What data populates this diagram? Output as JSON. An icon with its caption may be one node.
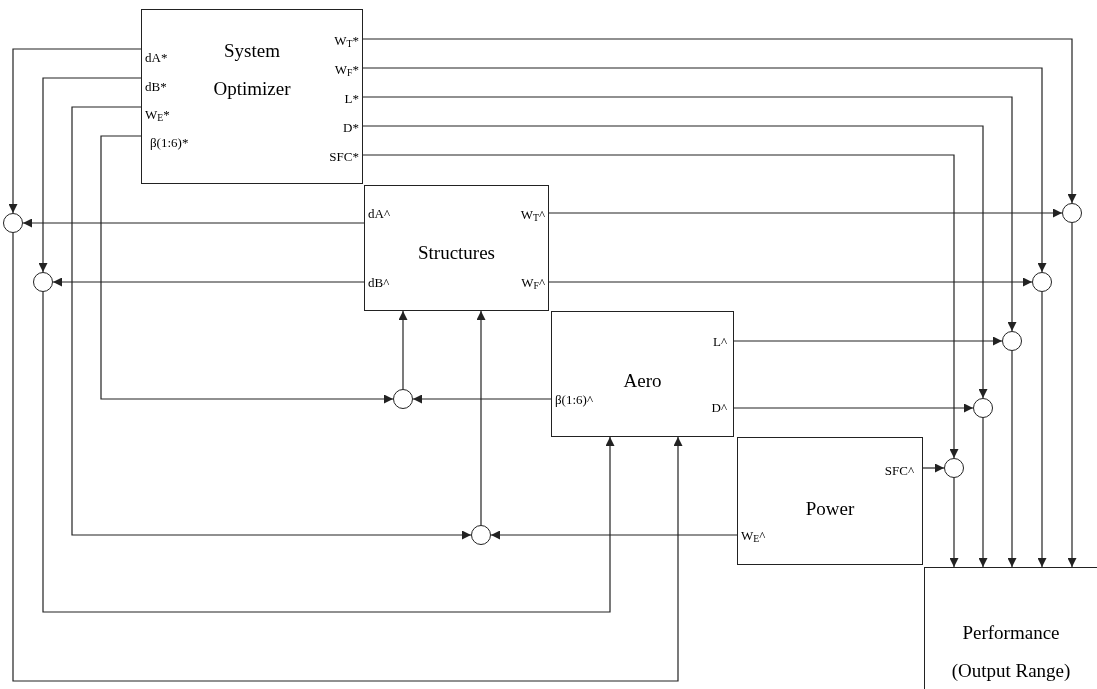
{
  "diagram": {
    "nodes": [
      {
        "text": [
          "System Optimizer",
          "dA*",
          "dB*",
          "W$_{E}$*",
          "β(1:6)*",
          "W$_{T}$*",
          "W$_{F}$*",
          "L*",
          "D*",
          "SFC*"
        ]
      },
      {
        "text": [
          "Structures",
          "dA^",
          "dB^",
          "W$_{T}$^",
          "W$_{F}$^"
        ]
      },
      {
        "text": [
          "Aero",
          "L^",
          "D^",
          "β(1:6)^"
        ]
      },
      {
        "text": [
          "Power",
          "SFC^",
          "W$_{E}$^"
        ]
      },
      {
        "text": [
          "Performance",
          "(Output Range)"
        ]
      },
      {
        "text": [],
        "shape": "circle"
      },
      {
        "text": [],
        "shape": "circle"
      },
      {
        "text": [],
        "shape": "circle"
      },
      {
        "text": [],
        "shape": "circle"
      },
      {
        "text": [],
        "shape": "circle"
      },
      {
        "text": [],
        "shape": "circle"
      },
      {
        "text": [],
        "shape": "circle"
      },
      {
        "text": [],
        "shape": "circle"
      },
      {
        "text": [],
        "shape": "circle"
      }
    ],
    "edges": [
      {
        "from": 0,
        "to": 5,
        "arrow": "to"
      },
      {
        "from": 1,
        "to": 5,
        "arrow": "to"
      },
      {
        "from": 5,
        "to": 2,
        "arrow": "to"
      },
      {
        "from": 0,
        "to": 6,
        "arrow": "to"
      },
      {
        "from": 1,
        "to": 6,
        "arrow": "to"
      },
      {
        "from": 6,
        "to": 2,
        "arrow": "to"
      },
      {
        "from": 0,
        "to": 12,
        "arrow": "to"
      },
      {
        "from": 2,
        "to": 12,
        "arrow": "to"
      },
      {
        "from": 12,
        "to": 1,
        "arrow": "to"
      },
      {
        "from": 0,
        "to": 13,
        "arrow": "to"
      },
      {
        "from": 3,
        "to": 13,
        "arrow": "to"
      },
      {
        "from": 13,
        "to": 1,
        "arrow": "to"
      },
      {
        "from": 0,
        "to": 7,
        "arrow": "to"
      },
      {
        "from": 1,
        "to": 7,
        "arrow": "to"
      },
      {
        "from": 7,
        "to": 4,
        "arrow": "to"
      },
      {
        "from": 0,
        "to": 8,
        "arrow": "to"
      },
      {
        "from": 1,
        "to": 8,
        "arrow": "to"
      },
      {
        "from": 8,
        "to": 4,
        "arrow": "to"
      },
      {
        "from": 0,
        "to": 9,
        "arrow": "to"
      },
      {
        "from": 2,
        "to": 9,
        "arrow": "to"
      },
      {
        "from": 9,
        "to": 4,
        "arrow": "to"
      },
      {
        "from": 0,
        "to": 10,
        "arrow": "to"
      },
      {
        "from": 2,
        "to": 10,
        "arrow": "to"
      },
      {
        "from": 10,
        "to": 4,
        "arrow": "to"
      },
      {
        "from": 0,
        "to": 11,
        "arrow": "to"
      },
      {
        "from": 3,
        "to": 11,
        "arrow": "to"
      },
      {
        "from": 11,
        "to": 4,
        "arrow": "to"
      }
    ]
  }
}
